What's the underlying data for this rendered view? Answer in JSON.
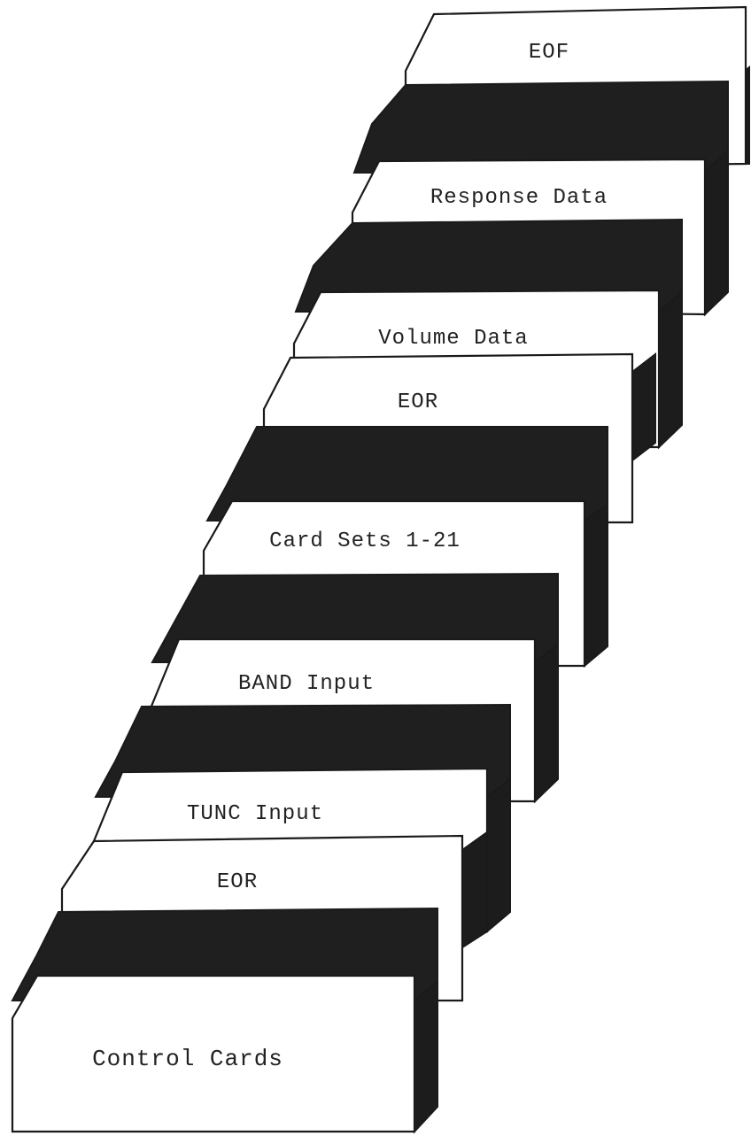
{
  "deck": {
    "cards": [
      {
        "id": "eof",
        "label": "EOF",
        "kind": "labeled"
      },
      {
        "id": "separator-1",
        "label": "",
        "kind": "separator"
      },
      {
        "id": "response-data",
        "label": "Response Data",
        "kind": "labeled"
      },
      {
        "id": "separator-2",
        "label": "",
        "kind": "separator"
      },
      {
        "id": "volume-data",
        "label": "Volume Data",
        "kind": "labeled"
      },
      {
        "id": "eor-upper",
        "label": "EOR",
        "kind": "labeled"
      },
      {
        "id": "separator-3",
        "label": "",
        "kind": "separator"
      },
      {
        "id": "card-sets",
        "label": "Card Sets 1-21",
        "kind": "labeled"
      },
      {
        "id": "separator-4",
        "label": "",
        "kind": "separator"
      },
      {
        "id": "band-input",
        "label": "BAND Input",
        "kind": "labeled"
      },
      {
        "id": "separator-5",
        "label": "",
        "kind": "separator"
      },
      {
        "id": "tunc-input",
        "label": "TUNC Input",
        "kind": "labeled"
      },
      {
        "id": "eor-lower",
        "label": "EOR",
        "kind": "labeled"
      },
      {
        "id": "separator-6",
        "label": "",
        "kind": "separator"
      },
      {
        "id": "control-cards",
        "label": "Control Cards",
        "kind": "labeled"
      }
    ],
    "colors": {
      "card_face": "#ffffff",
      "card_side": "#1c1c1c",
      "separator_face": "#1f1f1f",
      "outline": "#1a1a1a",
      "text": "#222222"
    }
  }
}
